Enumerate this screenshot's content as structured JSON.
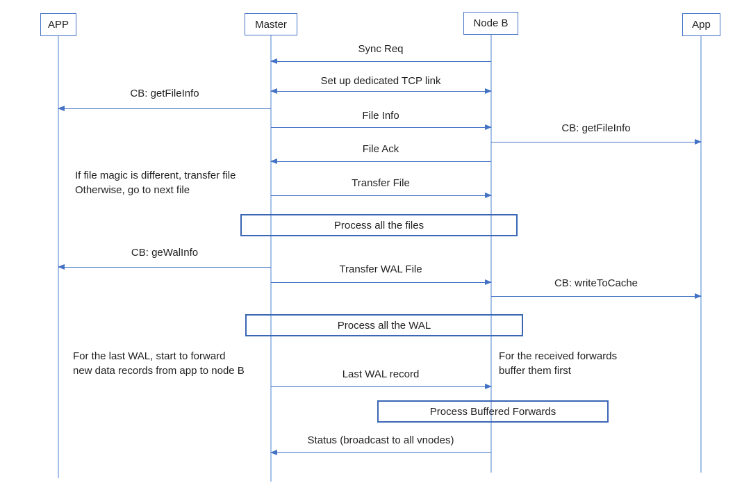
{
  "diagram": {
    "actors": [
      {
        "label": "APP"
      },
      {
        "label": "Master"
      },
      {
        "label": "Node B"
      },
      {
        "label": "App"
      }
    ],
    "messages": [
      {
        "label": "Sync Req",
        "from": "Node B",
        "to": "Master",
        "direction": "left"
      },
      {
        "label": "Set up dedicated TCP link",
        "from": "Master",
        "to": "Node B",
        "direction": "both"
      },
      {
        "label": "CB: getFileInfo",
        "from": "Master",
        "to": "APP",
        "direction": "left"
      },
      {
        "label": "File Info",
        "from": "Master",
        "to": "Node B",
        "direction": "right"
      },
      {
        "label": "CB: getFileInfo",
        "from": "Node B",
        "to": "App",
        "direction": "right"
      },
      {
        "label": "File Ack",
        "from": "Node B",
        "to": "Master",
        "direction": "left"
      },
      {
        "label": "Transfer File",
        "from": "Master",
        "to": "Node B",
        "direction": "right"
      },
      {
        "label": "CB: geWalInfo",
        "from": "Master",
        "to": "APP",
        "direction": "left"
      },
      {
        "label": "Transfer WAL File",
        "from": "Master",
        "to": "Node B",
        "direction": "right"
      },
      {
        "label": "CB: writeToCache",
        "from": "Node B",
        "to": "App",
        "direction": "right"
      },
      {
        "label": "Last WAL record",
        "from": "Master",
        "to": "Node B",
        "direction": "right"
      },
      {
        "label": "Status (broadcast to all vnodes)",
        "from": "Node B",
        "to": "Master",
        "direction": "left"
      }
    ],
    "process_boxes": [
      {
        "label": "Process all the files"
      },
      {
        "label": "Process all the WAL"
      },
      {
        "label": "Process Buffered Forwards"
      }
    ],
    "notes": [
      {
        "text": "If file magic is different, transfer file\nOtherwise, go to next file"
      },
      {
        "text": "For the last WAL, start to forward\nnew data records from app to node B"
      },
      {
        "text": "For the received forwards\nbuffer them first"
      }
    ],
    "colors": {
      "arrow_line": "#4472c4",
      "lifeline": "#a5c0e8",
      "process_box_border": "#3a66b4",
      "text": "#1f1f1f",
      "background": "#ffffff"
    }
  }
}
